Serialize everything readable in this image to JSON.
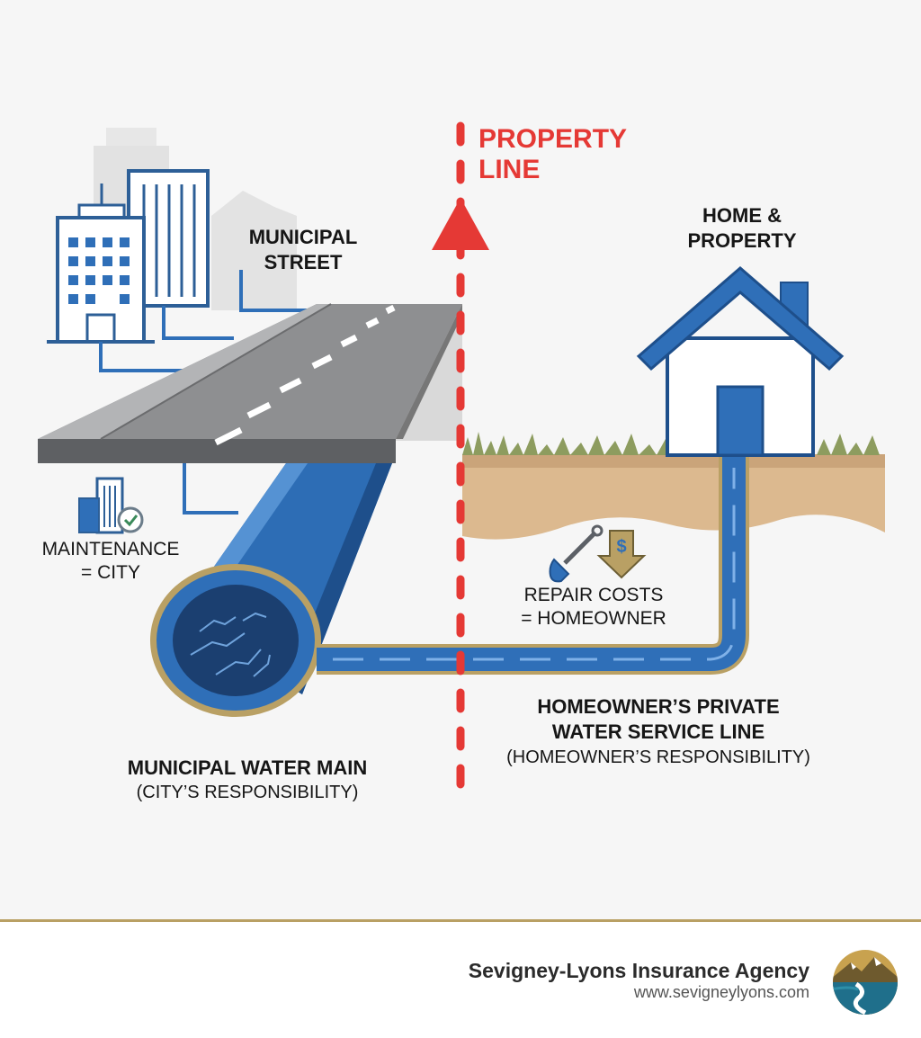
{
  "labels": {
    "property_line": [
      "PROPERTY",
      "LINE"
    ],
    "municipal_street": [
      "MUNICIPAL",
      "STREET"
    ],
    "home_property": [
      "HOME &",
      "PROPERTY"
    ],
    "maintenance": [
      "MAINTENANCE",
      "= CITY"
    ],
    "repair_costs": [
      "REPAIR COSTS",
      "= HOMEOWNER"
    ],
    "water_main": {
      "title": "MUNICIPAL WATER MAIN",
      "subtitle": "(CITY’S RESPONSIBILITY)"
    },
    "service_line": {
      "title": [
        "HOMEOWNER’S PRIVATE",
        "WATER SERVICE LINE"
      ],
      "subtitle": "(HOMEOWNER’S RESPONSIBILITY)"
    }
  },
  "footer": {
    "agency_name": "Sevigney-Lyons Insurance Agency",
    "url": "www.sevigneylyons.com"
  },
  "icons": [
    "city-buildings-icon",
    "building-check-icon",
    "shovel-icon",
    "dollar-down-arrow-icon",
    "house-icon",
    "agency-logo-icon"
  ],
  "colors": {
    "property_line": "#e53935",
    "pipe_blue": "#2f6fb8",
    "pipe_rim": "#b9a064",
    "house_blue": "#2f6fb8",
    "soil": "#d8b48a",
    "grass": "#8a9a5b",
    "road": "#9a9b9d"
  }
}
